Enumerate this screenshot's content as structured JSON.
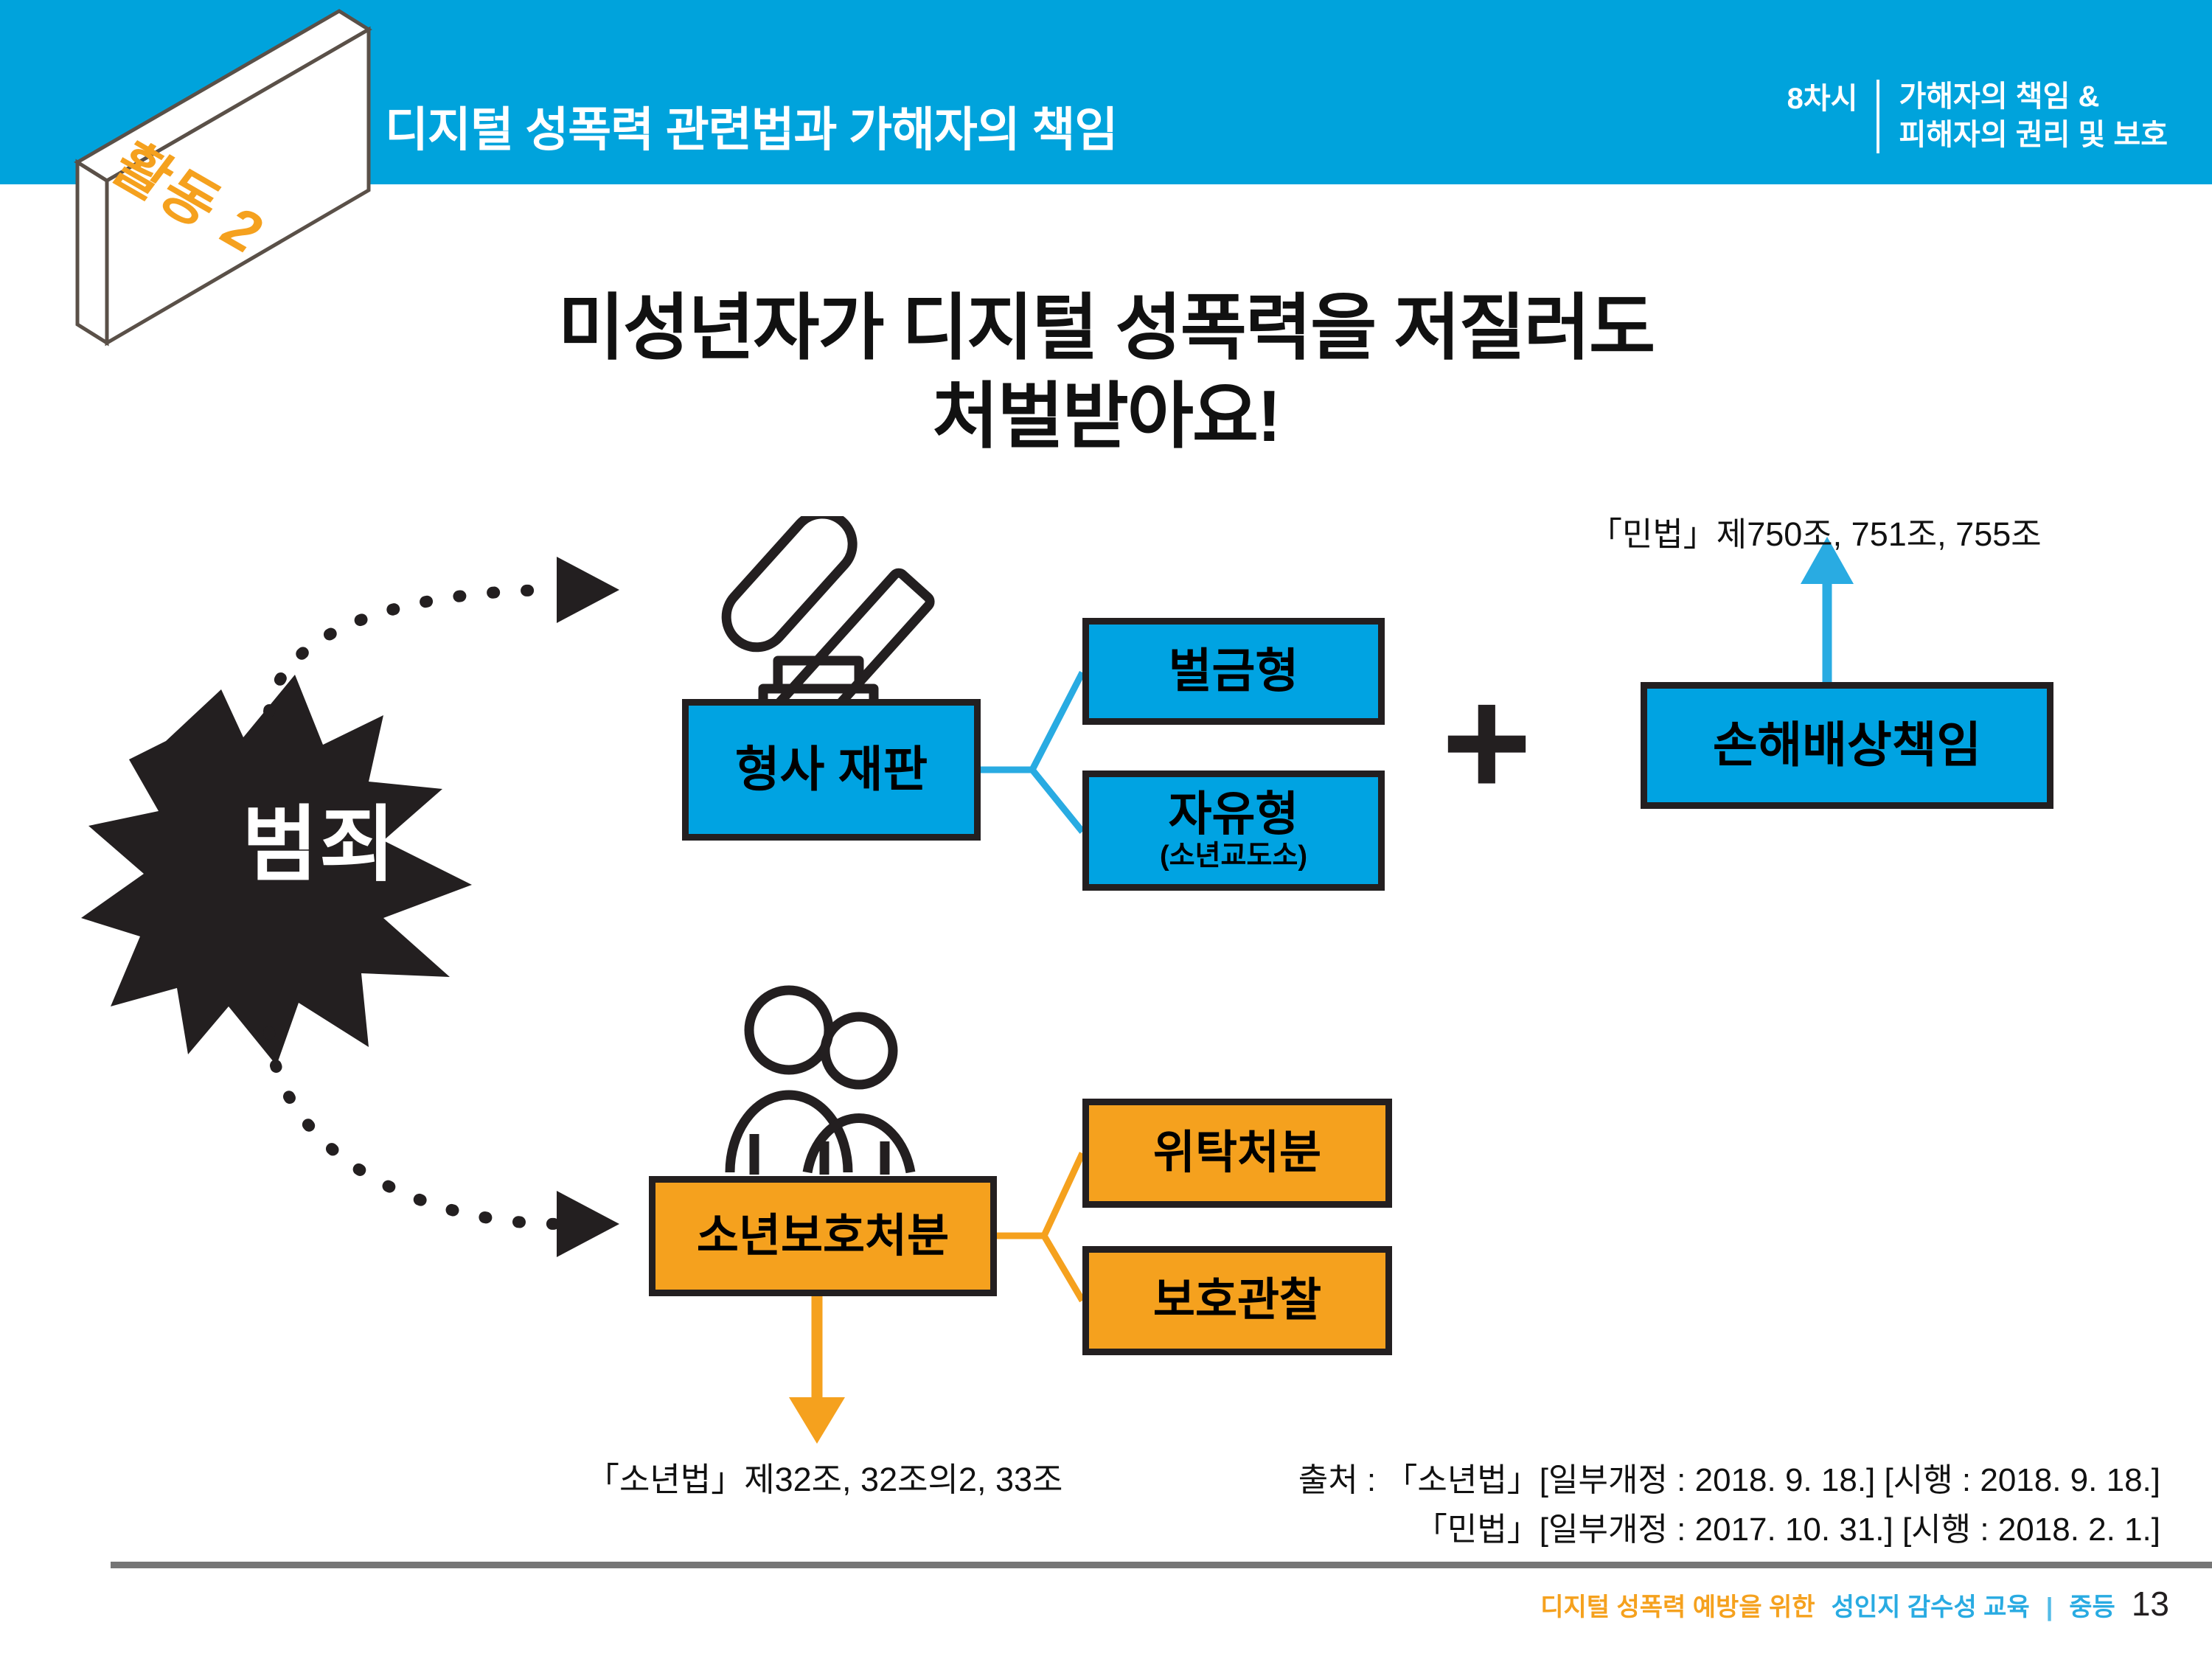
{
  "header": {
    "title": "디지털 성폭력 관련법과 가해자의 책임",
    "session": "8차시",
    "subtitle_line1": "가해자의 책임 &",
    "subtitle_line2": "피해자의 권리 및 보호",
    "badge_label": "활동 2",
    "band_color": "#00a3dc",
    "badge_text_color": "#f5a11e"
  },
  "main_title": {
    "line1": "미성년자가 디지털 성폭력을 저질러도",
    "line2": "처벌받아요!"
  },
  "diagram": {
    "crime_label": "범죄",
    "criminal_trial": "형사 재판",
    "fine": "벌금형",
    "imprisonment": "자유형",
    "imprisonment_sub": "(소년교도소)",
    "juvenile_protection": "소년보호처분",
    "entrustment": "위탁처분",
    "probation": "보호관찰",
    "plus": "+",
    "damages": "손해배상책임",
    "cite_civil": "「민법」제750조, 751조, 755조",
    "cite_youth": "「소년법」제32조, 32조의2, 33조",
    "colors": {
      "blue": "#00a3e2",
      "orange": "#f5a11e",
      "outline": "#231f20",
      "burst": "#231f20"
    }
  },
  "sources": {
    "line1": "출처 : 「소년법」[일부개정 : 2018. 9. 18.] [시행 : 2018. 9. 18.]",
    "line2": "「민법」[일부개정 : 2017. 10. 31.] [시행 : 2018. 2. 1.]"
  },
  "footer": {
    "orange_text": "디지털 성폭력 예방을 위한",
    "blue_text": "성인지 감수성 교육",
    "separator": "|",
    "level": "중등",
    "page": "13"
  }
}
